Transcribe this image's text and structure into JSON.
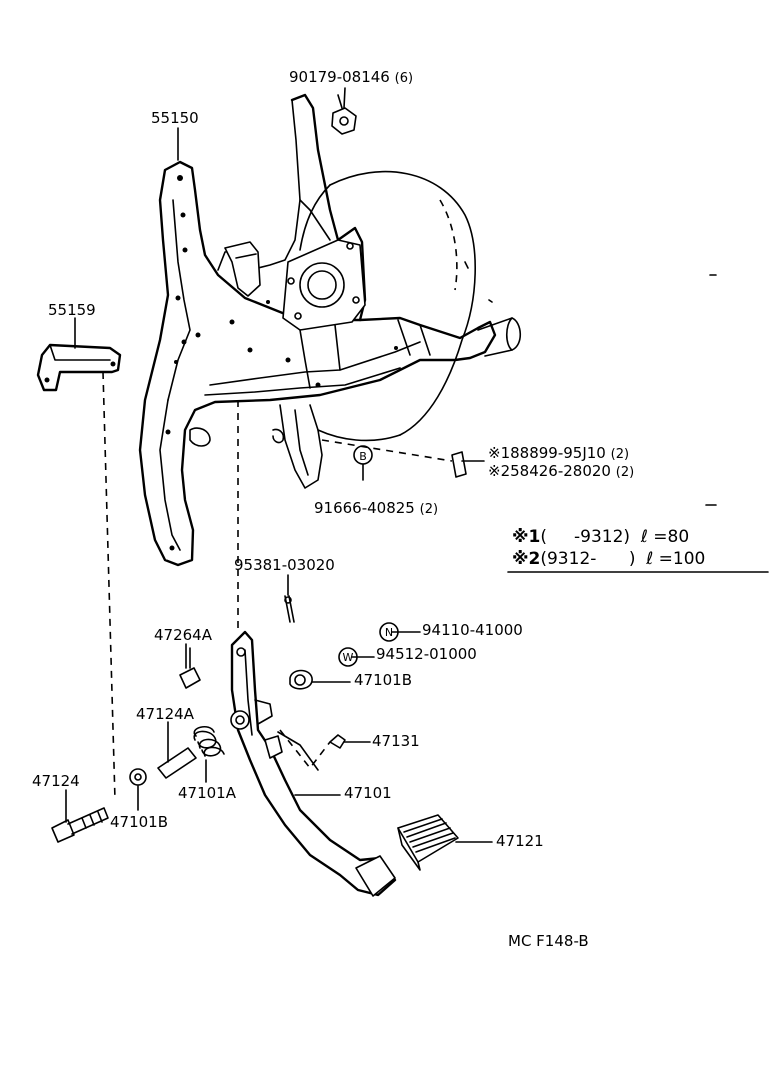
{
  "parts": {
    "p_90179": "90179-08146",
    "p_90179_qty": "(6)",
    "p_55150": "55150",
    "p_55159": "55159",
    "p_88899": "※188899-95J10",
    "p_88899_qty": "(2)",
    "p_58426": "※258426-28020",
    "p_58426_qty": "(2)",
    "p_91666": "91666-40825",
    "p_91666_qty": "(2)",
    "p_95381": "95381-03020",
    "p_94110": "94110-41000",
    "p_94512": "94512-01000",
    "p_47264A": "47264A",
    "p_47101B_a": "47101B",
    "p_47124A": "47124A",
    "p_47131": "47131",
    "p_47124": "47124",
    "p_47101A": "47101A",
    "p_47101": "47101",
    "p_47101B_b": "47101B",
    "p_47121": "47121"
  },
  "markers": {
    "b": "B",
    "n": "N",
    "w": "W"
  },
  "notes": {
    "row1_mark": "※1",
    "row1_text": "(     -9312)  ℓ =80",
    "row2_mark": "※2",
    "row2_text": "(9312-      )  ℓ =100"
  },
  "code": "MC F148-B"
}
